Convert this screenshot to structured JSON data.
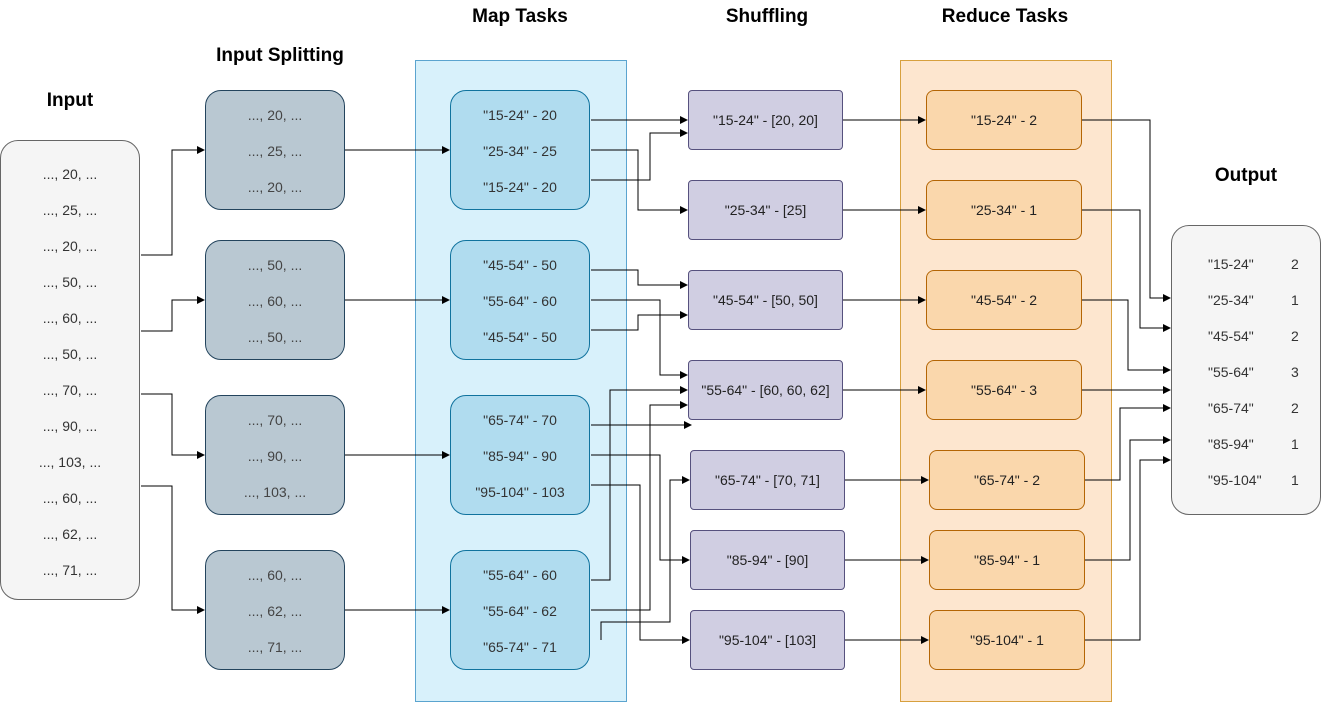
{
  "headings": {
    "input": "Input",
    "splitting": "Input Splitting",
    "map": "Map Tasks",
    "shuffling": "Shuffling",
    "reduce": "Reduce Tasks",
    "output": "Output"
  },
  "input_values": [
    "..., 20, ...",
    "..., 25, ...",
    "..., 20, ...",
    "..., 50, ...",
    "..., 60, ...",
    "..., 50, ...",
    "..., 70, ...",
    "..., 90, ...",
    "..., 103, ...",
    "..., 60, ...",
    "..., 62, ...",
    "..., 71, ..."
  ],
  "splits": [
    [
      "..., 20, ...",
      "..., 25, ...",
      "..., 20, ..."
    ],
    [
      "..., 50, ...",
      "..., 60, ...",
      "..., 50, ..."
    ],
    [
      "..., 70, ...",
      "..., 90, ...",
      "..., 103, ..."
    ],
    [
      "..., 60, ...",
      "..., 62, ...",
      "..., 71, ..."
    ]
  ],
  "map_tasks": [
    [
      "\"15-24\" - 20",
      "\"25-34\" - 25",
      "\"15-24\" - 20"
    ],
    [
      "\"45-54\" - 50",
      "\"55-64\" - 60",
      "\"45-54\" - 50"
    ],
    [
      "\"65-74\" - 70",
      "\"85-94\" - 90",
      "\"95-104\" - 103"
    ],
    [
      "\"55-64\" - 60",
      "\"55-64\" - 62",
      "\"65-74\" - 71"
    ]
  ],
  "shuffling": [
    "\"15-24\" - [20, 20]",
    "\"25-34\" - [25]",
    "\"45-54\" - [50, 50]",
    "\"55-64\" - [60, 60, 62]",
    "\"65-74\" - [70, 71]",
    "\"85-94\" - [90]",
    "\"95-104\" - [103]"
  ],
  "reduce_tasks": [
    "\"15-24\" - 2",
    "\"25-34\" - 1",
    "\"45-54\" - 2",
    "\"55-64\" - 3",
    "\"65-74\" - 2",
    "\"85-94\" - 1",
    "\"95-104\" - 1"
  ],
  "output": [
    {
      "key": "\"15-24\"",
      "count": "2"
    },
    {
      "key": "\"25-34\"",
      "count": "1"
    },
    {
      "key": "\"45-54\"",
      "count": "2"
    },
    {
      "key": "\"55-64\"",
      "count": "3"
    },
    {
      "key": "\"65-74\"",
      "count": "2"
    },
    {
      "key": "\"85-94\"",
      "count": "1"
    },
    {
      "key": "\"95-104\"",
      "count": "1"
    }
  ],
  "colors": {
    "map_lane": "#d8f1fb",
    "reduce_lane": "#fde6cf",
    "split_fill": "#b9c8d2",
    "map_fill": "#b0dcef",
    "shuffle_fill": "#d0cee2",
    "reduce_fill": "#fad7ac"
  }
}
